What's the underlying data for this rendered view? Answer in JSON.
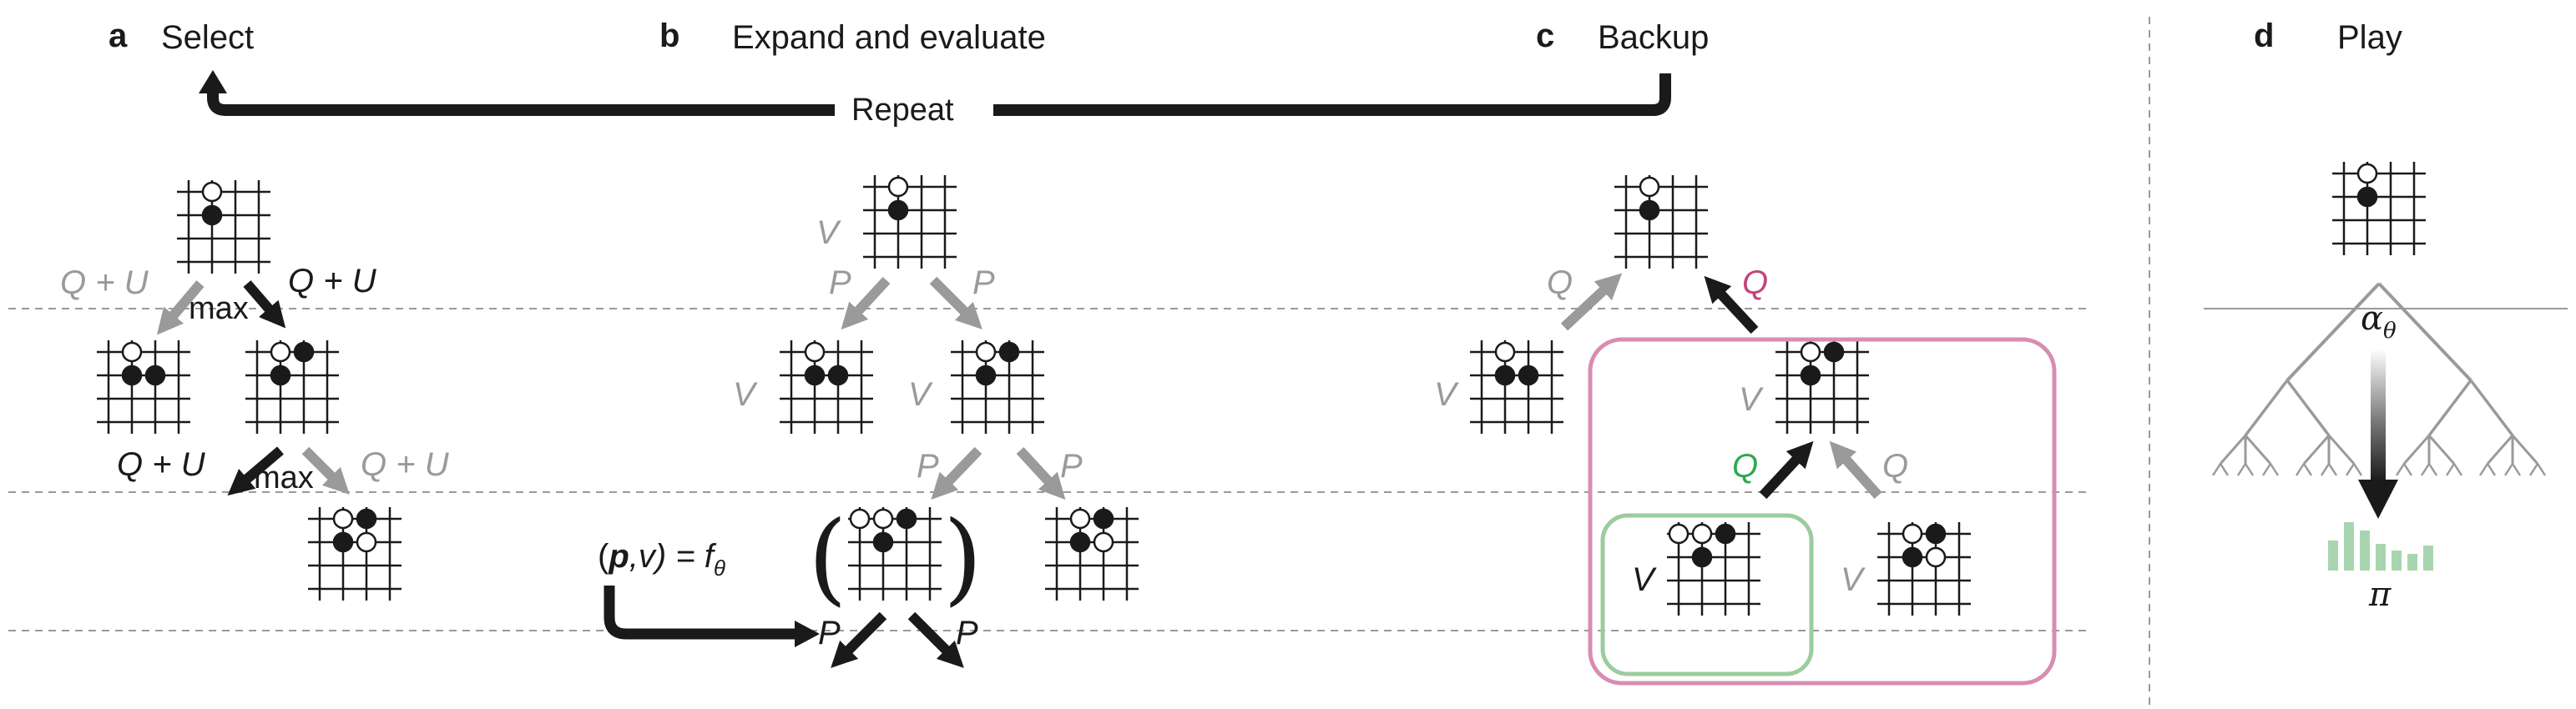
{
  "panels": {
    "a": {
      "letter": "a",
      "title": "Select"
    },
    "b": {
      "letter": "b",
      "title": "Expand and evaluate"
    },
    "c": {
      "letter": "c",
      "title": "Backup"
    },
    "d": {
      "letter": "d",
      "title": "Play"
    }
  },
  "repeat_label": "Repeat",
  "select": {
    "q_plus_u": "Q + U",
    "max": "max"
  },
  "expand": {
    "v": "V",
    "p": "P",
    "formula": {
      "open": "(",
      "p_bold": "p",
      "rest": ",v) = f",
      "sub": "θ"
    }
  },
  "backup": {
    "q": "Q",
    "v": "V"
  },
  "play": {
    "alpha": "α",
    "alpha_sub": "θ",
    "pi": "π"
  },
  "colors": {
    "dark": "#1a1a1a",
    "grey": "#9a9a9a",
    "pink": "#d98cb0",
    "pink_text": "#c2457a",
    "green": "#9ccc9e",
    "green_text": "#2fa84f",
    "dashed": "#9a9a9a",
    "bars": "#a8d5b0"
  },
  "icons": {
    "go_board": "go-board-icon",
    "arrow": "arrow-icon",
    "search_tree": "search-tree-icon",
    "histogram": "histogram-icon"
  }
}
